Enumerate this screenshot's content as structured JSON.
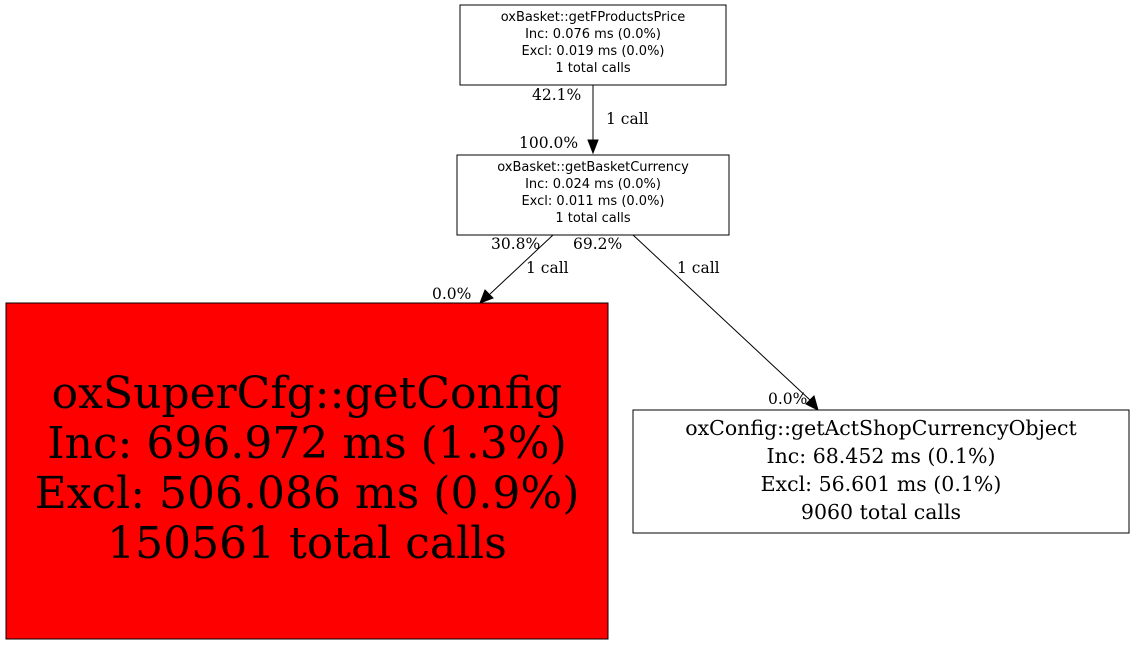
{
  "colors": {
    "hot_node_fill": "#ff0000",
    "node_fill": "#ffffff",
    "stroke": "#000000"
  },
  "nodes": {
    "get_f_products_price": {
      "lines": [
        "oxBasket::getFProductsPrice",
        "Inc: 0.076 ms (0.0%)",
        "Excl: 0.019 ms (0.0%)",
        "1 total calls"
      ]
    },
    "get_basket_currency": {
      "lines": [
        "oxBasket::getBasketCurrency",
        "Inc: 0.024 ms (0.0%)",
        "Excl: 0.011 ms (0.0%)",
        "1 total calls"
      ]
    },
    "get_config": {
      "lines": [
        "oxSuperCfg::getConfig",
        "Inc: 696.972 ms (1.3%)",
        "Excl: 506.086 ms (0.9%)",
        "150561 total calls"
      ]
    },
    "get_act_shop_currency_object": {
      "lines": [
        "oxConfig::getActShopCurrencyObject",
        "Inc: 68.452 ms (0.1%)",
        "Excl: 56.601 ms (0.1%)",
        "9060 total calls"
      ]
    }
  },
  "edges": {
    "price_to_currency": {
      "tail_label": "42.1%",
      "label": "1 call",
      "head_label": "100.0%"
    },
    "currency_to_config": {
      "tail_label": "30.8%",
      "label": "1 call",
      "head_label": "0.0%"
    },
    "currency_to_shop_currency": {
      "tail_label": "69.2%",
      "label": "1 call",
      "head_label": "0.0%"
    }
  }
}
